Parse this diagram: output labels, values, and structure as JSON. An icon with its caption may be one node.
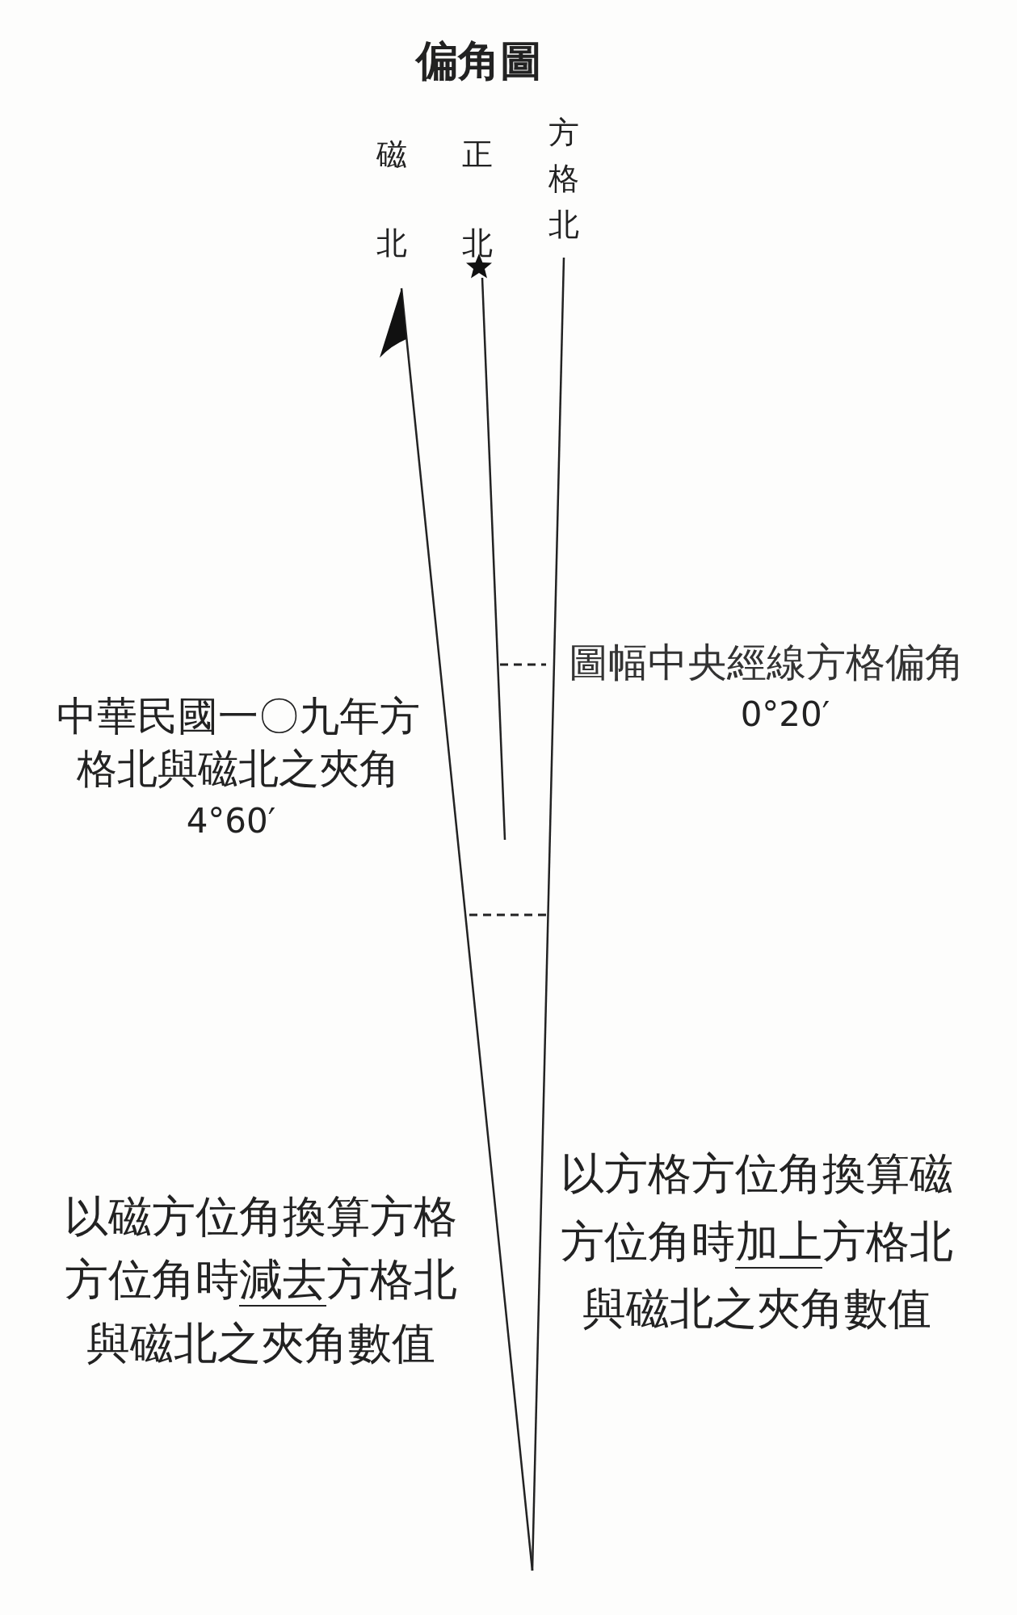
{
  "diagram": {
    "title": "偏角圖",
    "labels": [
      "磁北",
      "正北",
      "方格北",
      "圖幅中央經線方格偏角",
      "0°20′",
      "中華民國一〇九年方格北與磁北之夾角",
      "4°60′",
      "以磁方位角換算方格方位角時減去方格北與磁北之夾角數值",
      "以方格方位角換算磁方位角時加上方格北與磁北之夾角數值"
    ]
  }
}
